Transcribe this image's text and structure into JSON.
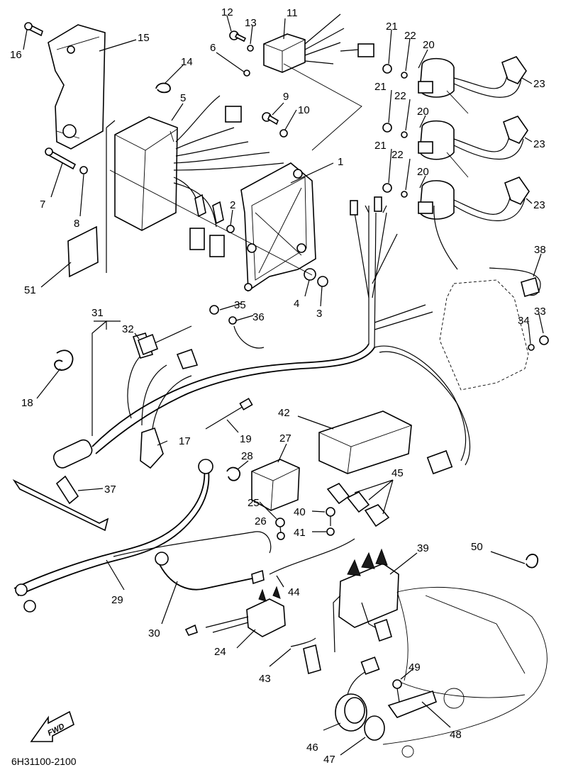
{
  "diagram": {
    "drawing_code": "6H31100-2100",
    "direction_label": "FWD",
    "callouts": [
      "1",
      "2",
      "3",
      "4",
      "5",
      "6",
      "7",
      "8",
      "9",
      "10",
      "11",
      "12",
      "13",
      "14",
      "15",
      "16",
      "17",
      "18",
      "19",
      "20",
      "20",
      "20",
      "21",
      "21",
      "21",
      "22",
      "22",
      "22",
      "23",
      "23",
      "23",
      "24",
      "25",
      "26",
      "27",
      "28",
      "29",
      "30",
      "31",
      "32",
      "33",
      "34",
      "35",
      "36",
      "37",
      "38",
      "39",
      "40",
      "41",
      "42",
      "43",
      "44",
      "45",
      "46",
      "47",
      "48",
      "49",
      "50",
      "51"
    ]
  }
}
